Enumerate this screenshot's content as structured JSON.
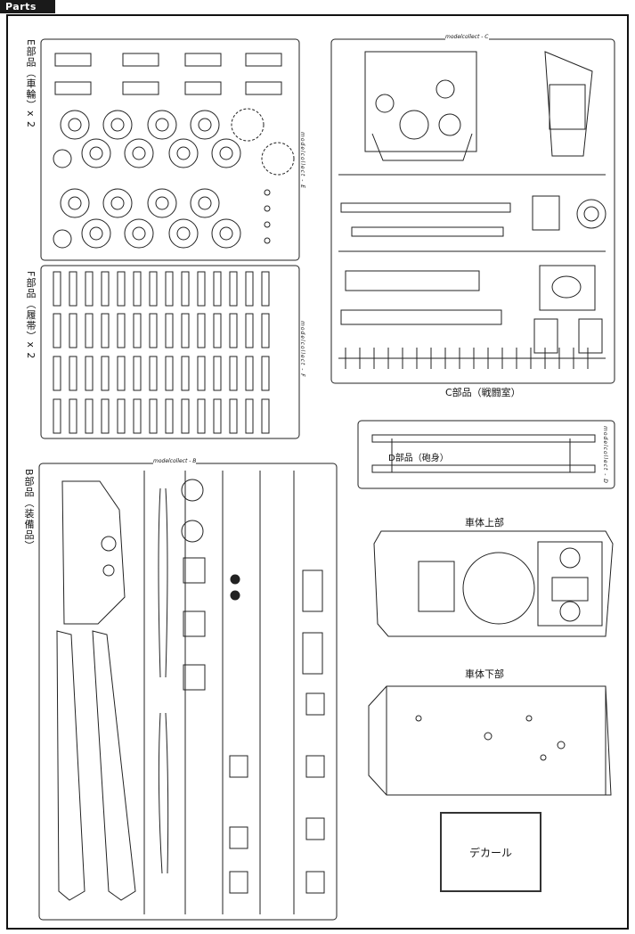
{
  "header": {
    "tag": "Parts"
  },
  "sprues": {
    "e": {
      "label": "E部品（車輪）x 2",
      "brand": "modelcollect - E"
    },
    "f": {
      "label": "F部品（履帯）x 2",
      "brand": "modelcollect - F"
    },
    "c": {
      "label": "C部品（戦闘室）",
      "brand": "modelcollect - C"
    },
    "d": {
      "label": "D部品（砲身）",
      "brand": "modelcollect - D"
    },
    "b": {
      "label": "B部品（装備品）",
      "brand": "modelcollect - B"
    }
  },
  "hull": {
    "upper_label": "車体上部",
    "lower_label": "車体下部"
  },
  "decal": {
    "label": "デカール"
  }
}
